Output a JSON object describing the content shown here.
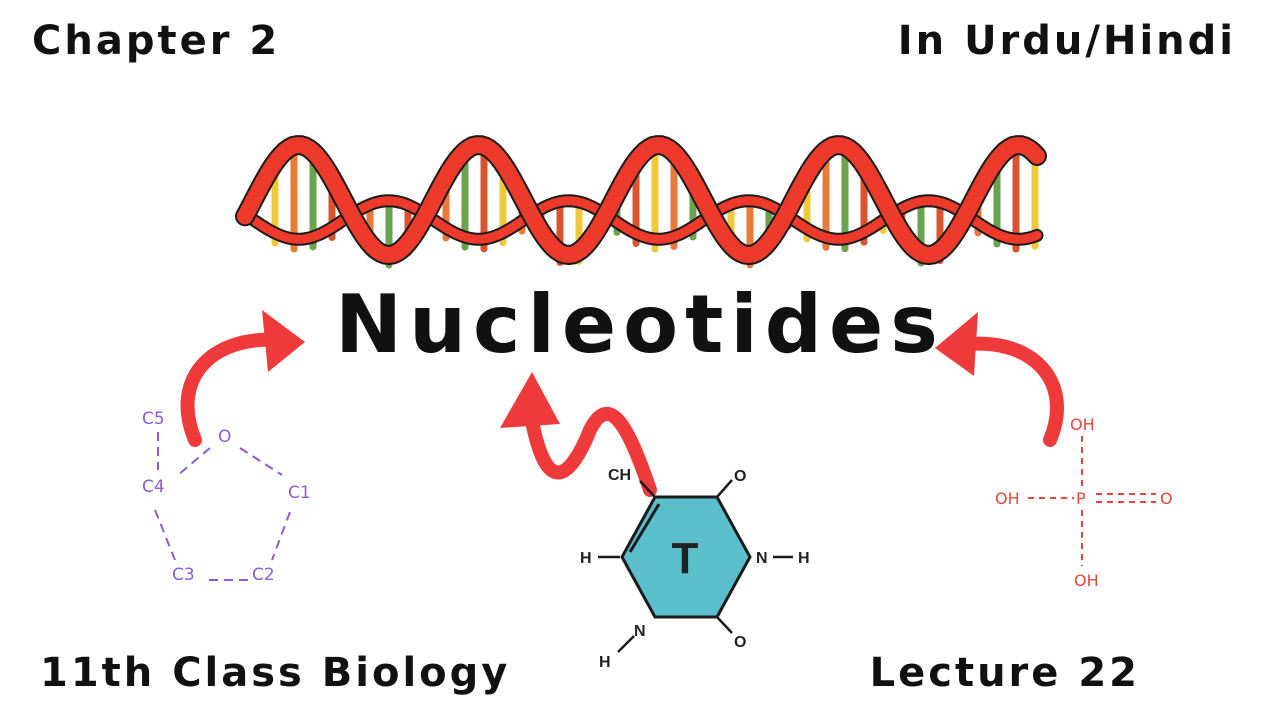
{
  "header": {
    "chapter": "Chapter 2",
    "language": "In Urdu/Hindi"
  },
  "title": "Nucleotides",
  "footer": {
    "course": "11th Class Biology",
    "lecture": "Lecture 22"
  },
  "sugar": {
    "labels": {
      "o": "O",
      "c1": "C1",
      "c2": "C2",
      "c3": "C3",
      "c4": "C4",
      "c5": "C5"
    },
    "color": "#8a5cd6"
  },
  "base": {
    "letter": "T",
    "labels": {
      "ch": "CH",
      "o_top": "O",
      "nh": "N",
      "h_right": "H",
      "o_bottom": "O",
      "n_bottom": "N",
      "h_bottom": "H",
      "h_left": "H"
    },
    "fill": "#5bbfcb"
  },
  "phosphate": {
    "labels": {
      "oh_top": "OH",
      "oh_left": "OH",
      "p": "P",
      "o": "O",
      "oh_bottom": "OH"
    },
    "color": "#e8453c"
  },
  "colors": {
    "dna_strand": "#ee3a2a",
    "arrow": "#ee3a3a",
    "rungs": [
      "#f0c93a",
      "#e97a3a",
      "#6aa34c",
      "#d9532f"
    ]
  }
}
